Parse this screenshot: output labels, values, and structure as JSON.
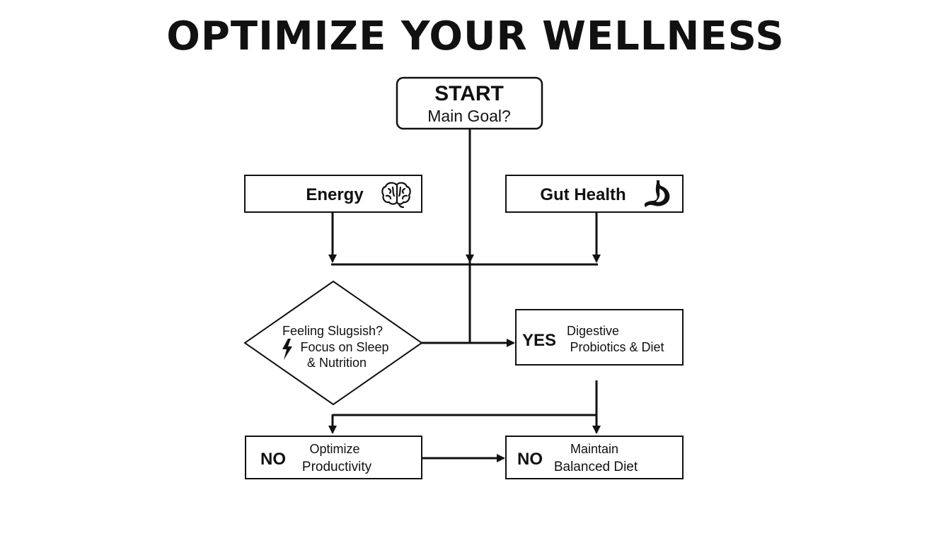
{
  "title": "OPTIMIZE YOUR WELLNESS",
  "colors": {
    "stroke": "#111111",
    "background": "#ffffff"
  },
  "nodes": {
    "start": {
      "heading": "START",
      "subtitle": "Main Goal?"
    },
    "energy": {
      "label": "Energy",
      "icon": "brain-icon"
    },
    "gut_health": {
      "label": "Gut Health",
      "icon": "stomach-icon"
    },
    "decision": {
      "line1": "Feeling Slugsish?",
      "line2": "Focus on Sleep",
      "line3": "& Nutrition",
      "icon": "lightning-icon"
    },
    "digestive": {
      "tag": "YES",
      "line1": "Digestive",
      "line2": "Probiotics & Diet"
    },
    "optimize": {
      "tag": "NO",
      "line1": "Optimize",
      "line2": "Productivity"
    },
    "maintain": {
      "tag": "NO",
      "line1": "Maintain",
      "line2": "Balanced Diet"
    }
  }
}
